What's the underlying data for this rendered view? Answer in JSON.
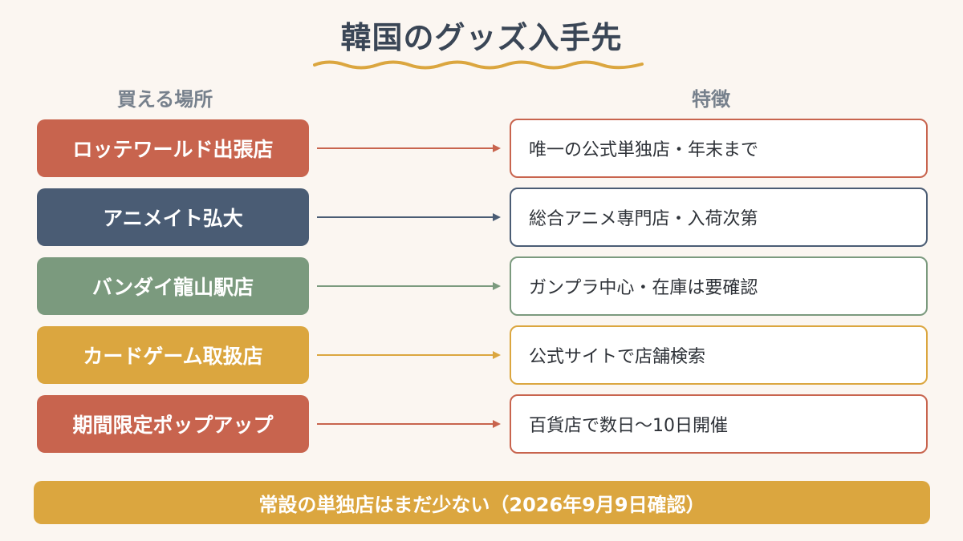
{
  "title": "韓国のグッズ入手先",
  "headers": {
    "place": "買える場所",
    "feature": "特徴"
  },
  "rows": [
    {
      "place": "ロッテワールド出張店",
      "feature": "唯一の公式単独店・年末まで",
      "color": "#c8644e"
    },
    {
      "place": "アニメイト弘大",
      "feature": "総合アニメ専門店・入荷次第",
      "color": "#4a5c74"
    },
    {
      "place": "バンダイ龍山駅店",
      "feature": "ガンプラ中心・在庫は要確認",
      "color": "#7b9a7e"
    },
    {
      "place": "カードゲーム取扱店",
      "feature": "公式サイトで店舗検索",
      "color": "#dba63f"
    },
    {
      "place": "期間限定ポップアップ",
      "feature": "百貨店で数日〜10日開催",
      "color": "#c8644e"
    }
  ],
  "footer": {
    "text": "常設の単独店はまだ少ない（2026年9月9日確認）",
    "color": "#dba63f"
  },
  "accent_color": "#dba63f"
}
